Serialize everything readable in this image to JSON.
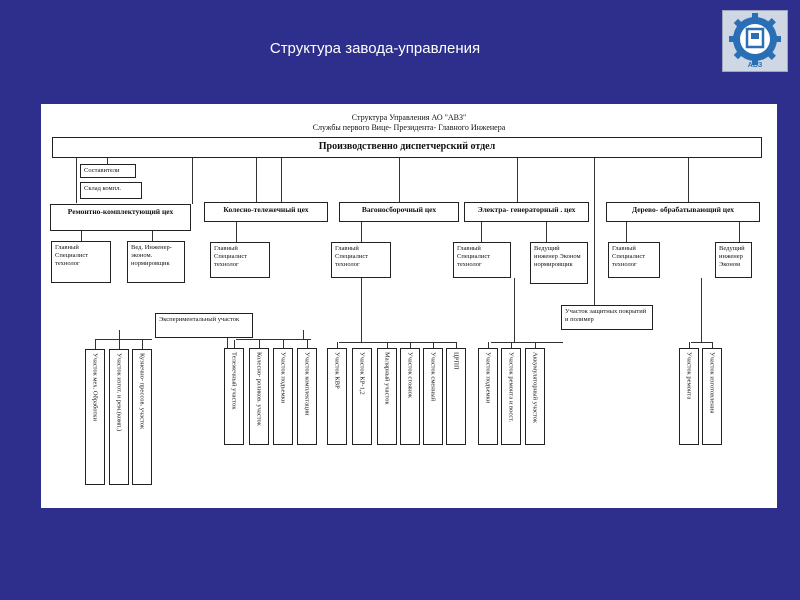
{
  "slide": {
    "title": "Структура завода-управления",
    "logo_icon": "avz-gear-logo",
    "logo_text": "АВЗ"
  },
  "chart": {
    "header_line1": "Структура Управления АО \"АВЗ\"",
    "header_line2": "Службы первого Вице- Президента- Главного Инженера",
    "main_dept": "Производственно диспетчерский отдел",
    "top_left_boxes": [
      "Составители",
      "Склад компл."
    ],
    "shops": [
      "Ремонтно-комплектующий цех",
      "Колесно-тележечный цех",
      "Вагоносборочный цех",
      "Электра- генераторный . цех",
      "Дерево- обрабатывающий цех"
    ],
    "staff": [
      "Главный Специалист технолог",
      "Вед. Инженер-эконом. нормировщик",
      "Главный Специалист технолог",
      "Главный Специалист технолог",
      "Главный Специалист технолог",
      "Ведущий инженер Эконом нормировщик",
      "Главный Специалист технолог",
      "Ведущий инженер Эконом"
    ],
    "experimental": "Экспериментальный участок",
    "coatings": "Участок защитных покрытий и полимер",
    "units": [
      "Участок мех. Обработки",
      "Участок изгот. и рем.(комп.)",
      "Кузнечно- прессов. участок",
      "Тележечный участок",
      "Колесно- роликов. участок",
      "Участок подъемки",
      "Участок комплектации",
      "Участок КВР",
      "Участок КР-1,2",
      "Малярный участок",
      "Участок стоянок",
      "Участок сменный",
      "ЦРПП",
      "Участок подъемки",
      "Участок ремонта и восст.",
      "Аккумуляторный участок",
      "Участок ремонта",
      "Участок изготовления"
    ]
  }
}
